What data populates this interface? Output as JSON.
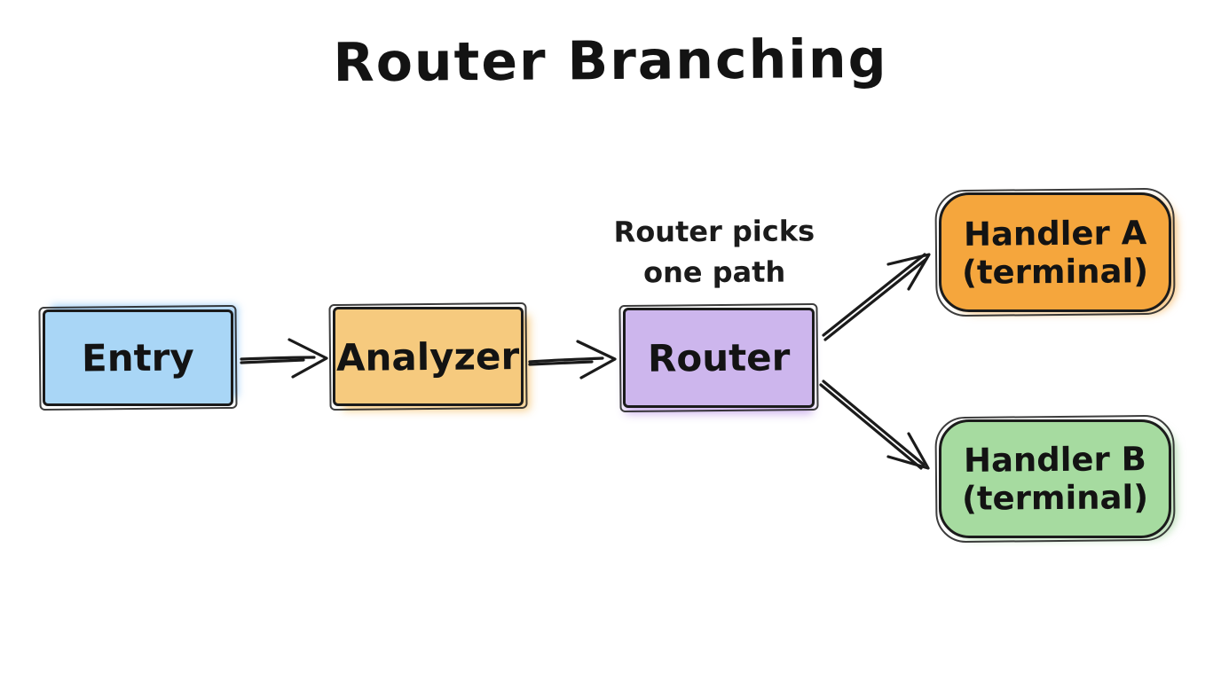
{
  "title": "Router Branching",
  "annotation": {
    "line1": "Router picks",
    "line2": "one path"
  },
  "colors": {
    "ink": "#1b1b1b",
    "background": "#ffffff"
  },
  "nodes": {
    "entry": {
      "label": "Entry",
      "fill": "#a9d6f6"
    },
    "analyzer": {
      "label": "Analyzer",
      "fill": "#f6ca7e"
    },
    "router": {
      "label": "Router",
      "fill": "#cdb6ed"
    },
    "handler_a": {
      "label": "Handler A",
      "sublabel": "(terminal)",
      "fill": "#f5a63d"
    },
    "handler_b": {
      "label": "Handler B",
      "sublabel": "(terminal)",
      "fill": "#a6dba0"
    }
  },
  "edges": [
    {
      "from": "Entry",
      "to": "Analyzer"
    },
    {
      "from": "Analyzer",
      "to": "Router"
    },
    {
      "from": "Router",
      "to": "Handler A"
    },
    {
      "from": "Router",
      "to": "Handler B"
    }
  ]
}
